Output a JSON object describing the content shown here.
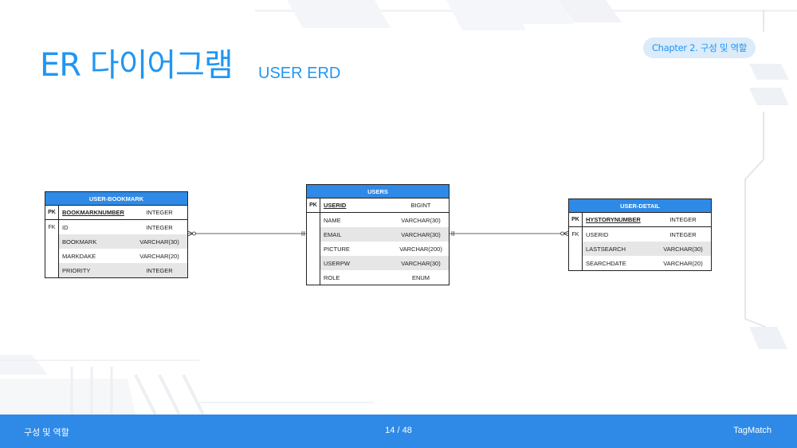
{
  "title": {
    "main": "ER 다이어그램",
    "sub": "USER ERD"
  },
  "chapter": {
    "label": "Chapter 2. 구성 및 역할"
  },
  "diagram": {
    "tables": [
      {
        "name": "USER-BOOKMARK",
        "columns": [
          {
            "key": "PK",
            "name": "BOOKMARKNUMBER",
            "type": "INTEGER"
          },
          {
            "key": "FK",
            "name": "ID",
            "type": "INTEGER"
          },
          {
            "key": "",
            "name": "BOOKMARK",
            "type": "VARCHAR(30)"
          },
          {
            "key": "",
            "name": "MARKDAKE",
            "type": "VARCHAR(20)"
          },
          {
            "key": "",
            "name": "PRIORITY",
            "type": "INTEGER"
          }
        ]
      },
      {
        "name": "USERS",
        "columns": [
          {
            "key": "PK",
            "name": "USERID",
            "type": "BIGINT"
          },
          {
            "key": "",
            "name": "NAME",
            "type": "VARCHAR(30)"
          },
          {
            "key": "",
            "name": "EMAIL",
            "type": "VARCHAR(30)"
          },
          {
            "key": "",
            "name": "PICTURE",
            "type": "VARCHAR(200)"
          },
          {
            "key": "",
            "name": "USERPW",
            "type": "VARCHAR(30)"
          },
          {
            "key": "",
            "name": "ROLE",
            "type": "ENUM"
          }
        ]
      },
      {
        "name": "USER-DETAIL",
        "columns": [
          {
            "key": "PK",
            "name": "HYSTORYNUMBER",
            "type": "INTEGER"
          },
          {
            "key": "FK",
            "name": "USERID",
            "type": "INTEGER"
          },
          {
            "key": "",
            "name": "LASTSEARCH",
            "type": "VARCHAR(30)"
          },
          {
            "key": "",
            "name": "SEARCHDATE",
            "type": "VARCHAR(20)"
          }
        ]
      }
    ],
    "relationships": [
      {
        "from": "USER-BOOKMARK",
        "to": "USERS",
        "from_end": "zero-or-many",
        "to_end": "one-and-only-one"
      },
      {
        "from": "USERS",
        "to": "USER-DETAIL",
        "from_end": "one-and-only-one",
        "to_end": "zero-or-many"
      }
    ]
  },
  "footer": {
    "section": "구성 및 역할",
    "page": "14 / 48",
    "brand": "TagMatch"
  },
  "colors": {
    "accent": "#2196f3",
    "header_fill": "#2e8ae6",
    "pill_bg": "#dcebfa",
    "row_shade": "#e6e6e6"
  }
}
